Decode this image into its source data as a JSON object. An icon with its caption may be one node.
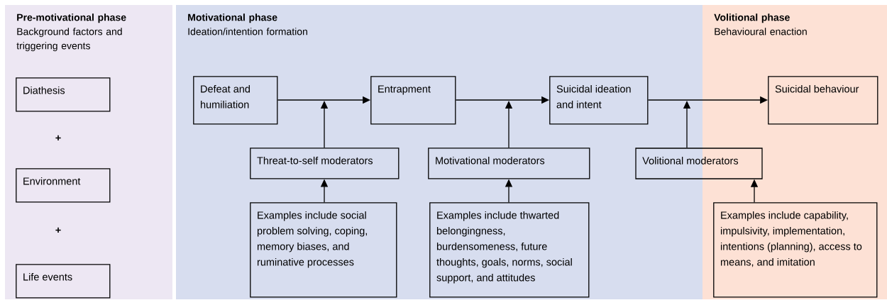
{
  "diagram": {
    "nodes": [
      {
        "text": [
          "Pre-motivational phase",
          "Background factors and triggering events"
        ]
      },
      {
        "text": [
          "Diathesis"
        ],
        "in": 0
      },
      {
        "text": [
          "Environment"
        ],
        "in": 0
      },
      {
        "text": [
          "Life events"
        ],
        "in": 0
      },
      {
        "text": [
          "Motivational phase",
          "Ideation/intention formation"
        ]
      },
      {
        "text": [
          "Volitional phase",
          "Behavioural enaction"
        ]
      },
      {
        "text": [
          "Defeat and humiliation"
        ],
        "in": 4
      },
      {
        "text": [
          "Entrapment"
        ],
        "in": 4
      },
      {
        "text": [
          "Suicidal ideation and intent"
        ],
        "in": 4
      },
      {
        "text": [
          "Suicidal behaviour"
        ],
        "in": 5
      },
      {
        "text": [
          "Threat-to-self moderators"
        ],
        "in": 4
      },
      {
        "text": [
          "Motivational moderators"
        ],
        "in": 4
      },
      {
        "text": [
          "Volitional moderators"
        ]
      },
      {
        "text": [
          "Examples include social problem solving, coping, memory biases, and ruminative processes"
        ],
        "in": 4
      },
      {
        "text": [
          "Examples include thwarted belongingness, burdensomeness, future thoughts, goals, norms, social support, and attitudes"
        ],
        "in": 4
      },
      {
        "text": [
          "Examples include capability, impulsivity, implementation, intentions (planning), access to means, and imitation"
        ],
        "in": 5
      }
    ],
    "edges": [
      {
        "from": 6,
        "to": 7,
        "arrow": "to"
      },
      {
        "from": 7,
        "to": 8,
        "arrow": "to"
      },
      {
        "from": 8,
        "to": 9,
        "arrow": "to"
      },
      {
        "from": 10,
        "to": null,
        "arrow": "to"
      },
      {
        "from": 11,
        "to": null,
        "arrow": "to"
      },
      {
        "from": 12,
        "to": null,
        "arrow": "to"
      },
      {
        "from": 13,
        "to": 10,
        "arrow": "to"
      },
      {
        "from": 14,
        "to": 11,
        "arrow": "to"
      },
      {
        "from": 15,
        "to": 12,
        "arrow": "to"
      }
    ],
    "labels": [
      "+",
      "+"
    ]
  }
}
